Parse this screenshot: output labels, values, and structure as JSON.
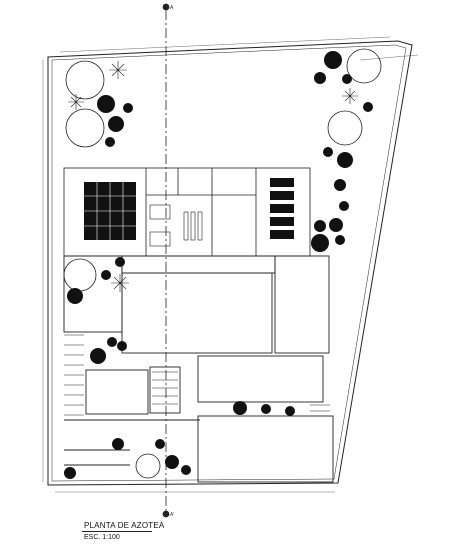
{
  "drawing": {
    "title": "PLANTA DE AZOTEA",
    "scale": "ESC. 1:100",
    "section_top": "A",
    "section_bottom": "A'",
    "line_color": "#222222",
    "tree_color": "#111111"
  }
}
